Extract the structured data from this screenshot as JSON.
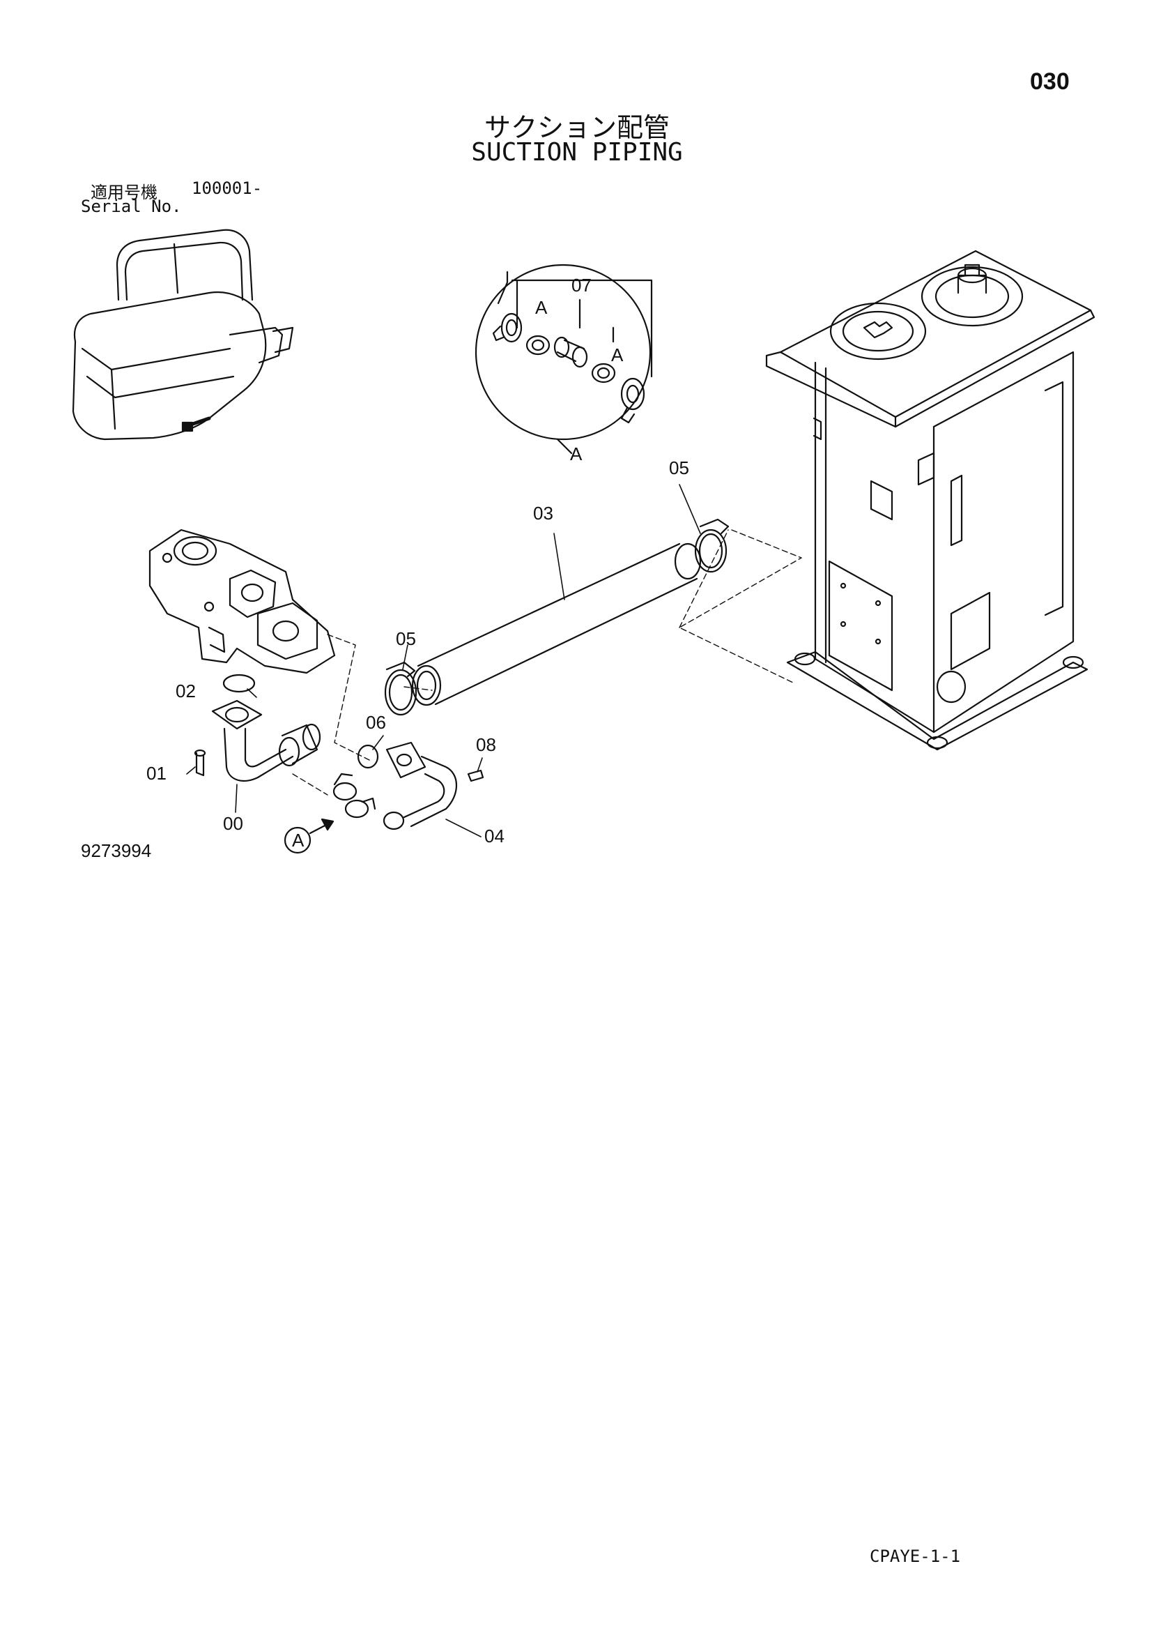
{
  "page_number": "030",
  "title_jp": "サクション配管",
  "title_en": "SUCTION PIPING",
  "serial_label_jp": "適用号機",
  "serial_range": "100001-",
  "serial_label_en": "Serial No.",
  "drawing_number": "9273994",
  "footer_code": "CPAYE-1-1",
  "callouts": {
    "p00": "00",
    "p01": "01",
    "p02": "02",
    "p03": "03",
    "p04": "04",
    "p05a": "05",
    "p05b": "05",
    "p06": "06",
    "p07": "07",
    "p08": "08",
    "detail_a_top": "A",
    "detail_a_left": "A",
    "detail_a_right": "A",
    "view_a": "A"
  }
}
